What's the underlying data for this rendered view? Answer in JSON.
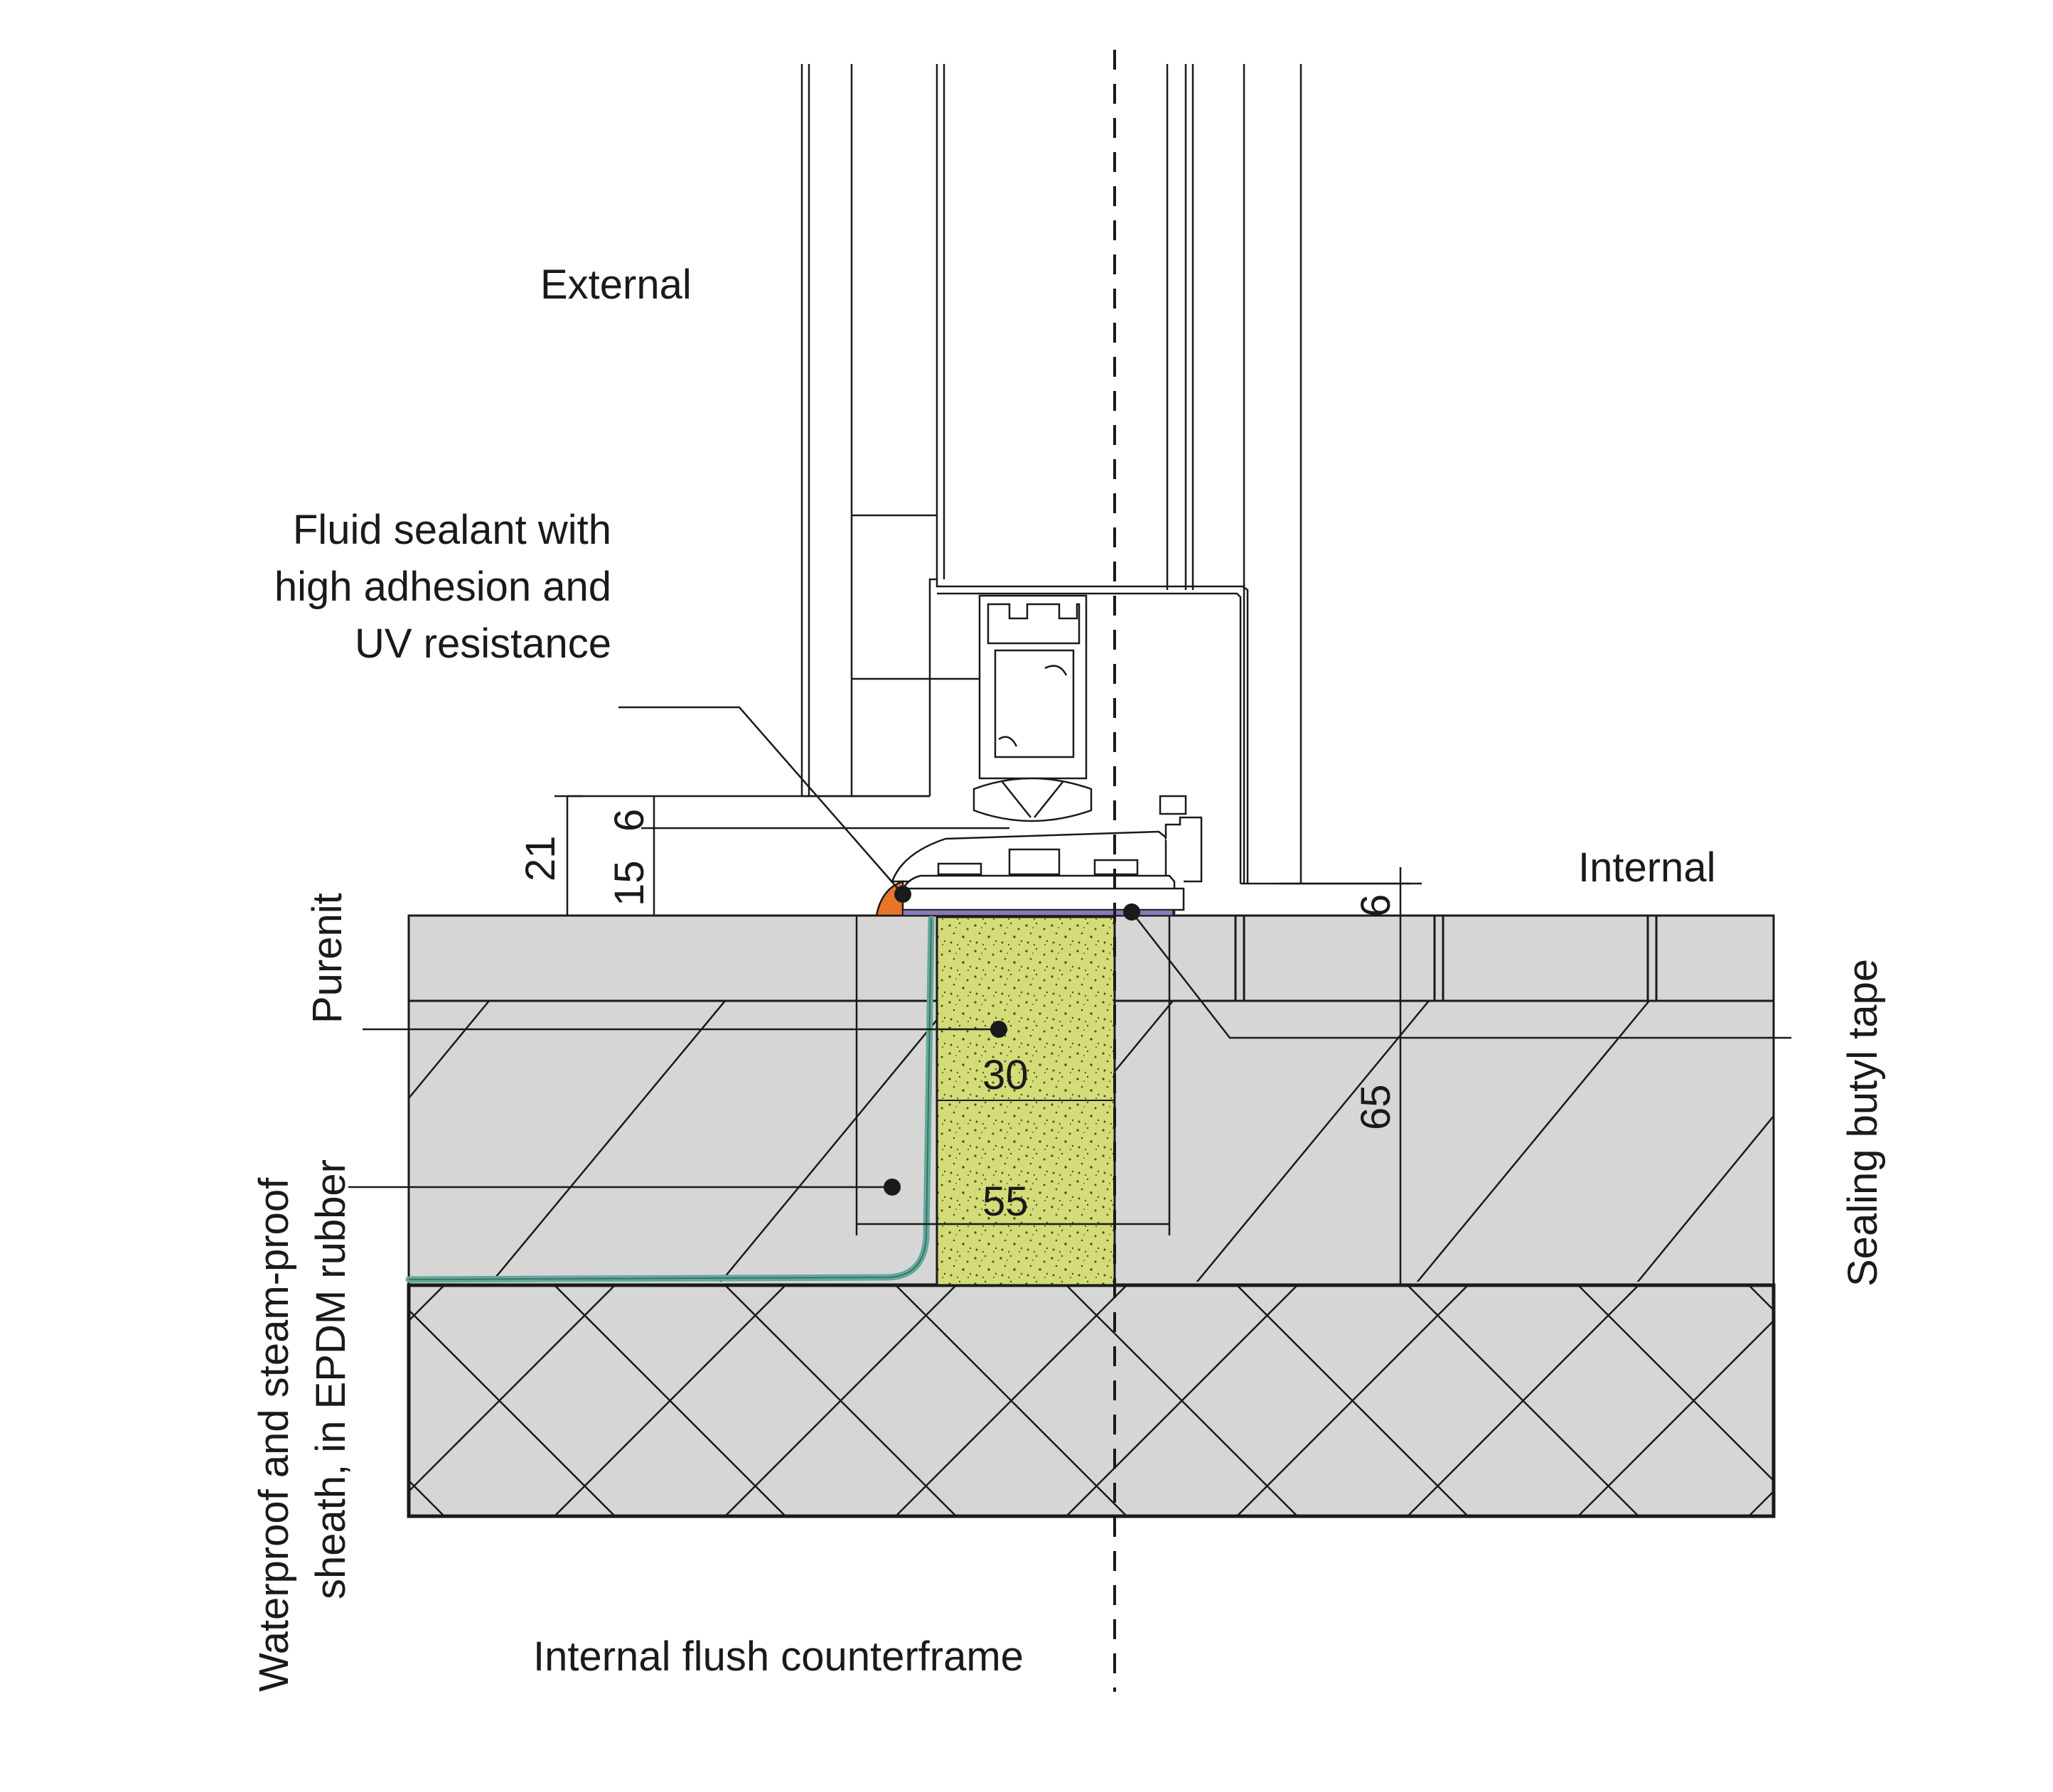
{
  "labels": {
    "external": "External",
    "internal": "Internal",
    "fluid_sealant_line1": "Fluid sealant with",
    "fluid_sealant_line2": "high adhesion and",
    "fluid_sealant_line3": "UV resistance",
    "purenit": "Purenit",
    "sealing_butyl_tape": "Sealing butyl tape",
    "epdm_line1": "Waterproof and steam-proof",
    "epdm_line2": "sheath, in EPDM rubber",
    "counterframe": "Internal flush counterframe"
  },
  "dimensions": {
    "d21": "21",
    "d6_top": "6",
    "d15": "15",
    "d6_right": "6",
    "d30": "30",
    "d55": "55",
    "d65": "65"
  },
  "colors": {
    "concrete": "#d6d6d6",
    "insulation": "#d4dc78",
    "membrane": "#5fa99a",
    "sealant": "#e8742a",
    "butyl": "#8a78b8",
    "line": "#1a1a1a"
  }
}
